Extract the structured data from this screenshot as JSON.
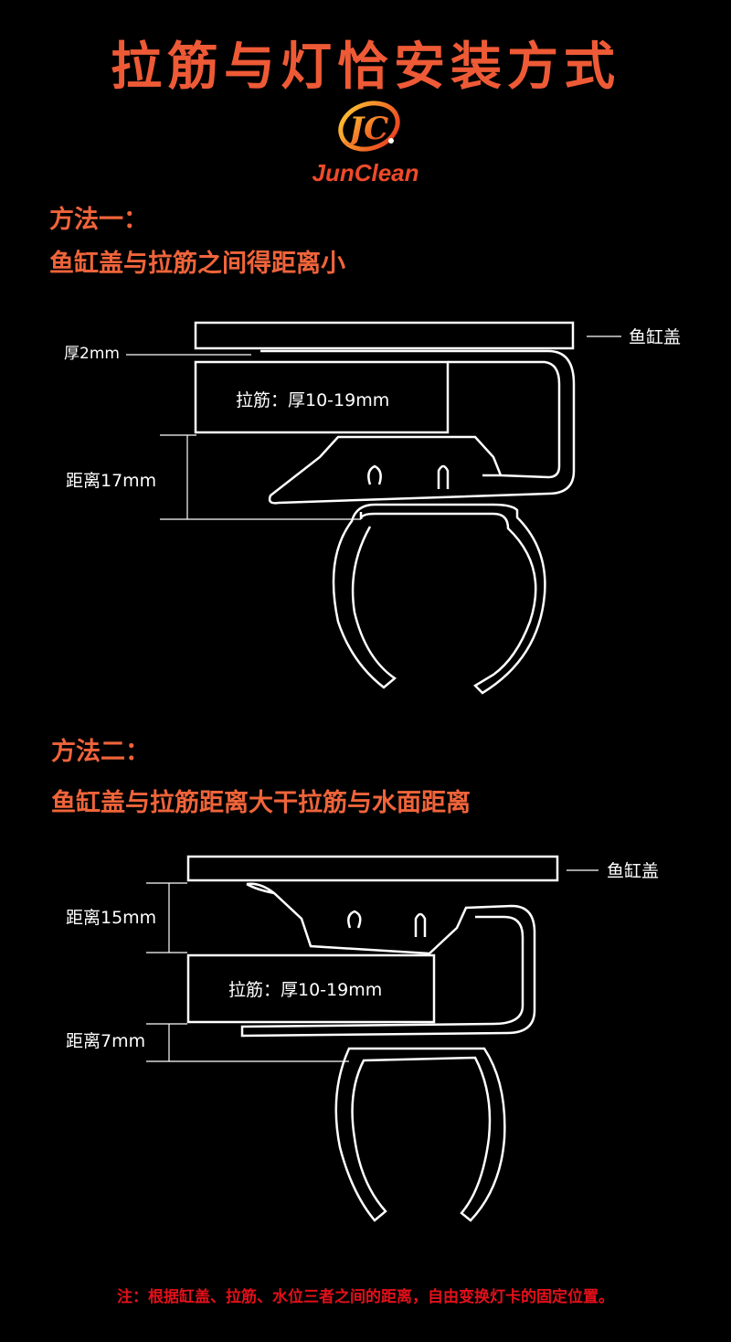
{
  "title": "拉筋与灯恰安装方式",
  "brand": {
    "name": "JunClean",
    "logo_text": "JC"
  },
  "method1": {
    "heading": "方法一：",
    "subheading": "鱼缸盖与拉筋之间得距离小",
    "cover_label": "鱼缸盖",
    "thickness_label": "厚2mm",
    "rib_label": "拉筋：厚10-19mm",
    "distance_label": "距离17mm"
  },
  "method2": {
    "heading": "方法二：",
    "subheading": "鱼缸盖与拉筋距离大干拉筋与水面距离",
    "cover_label": "鱼缸盖",
    "distance_top_label": "距离15mm",
    "rib_label": "拉筋：厚10-19mm",
    "distance_bottom_label": "距离7mm"
  },
  "note": "注：根据缸盖、拉筋、水位三者之间的距离，自由变换灯卡的固定位置。",
  "colors": {
    "heading": "#f0643a",
    "note": "#e3101a",
    "background": "#000000"
  }
}
